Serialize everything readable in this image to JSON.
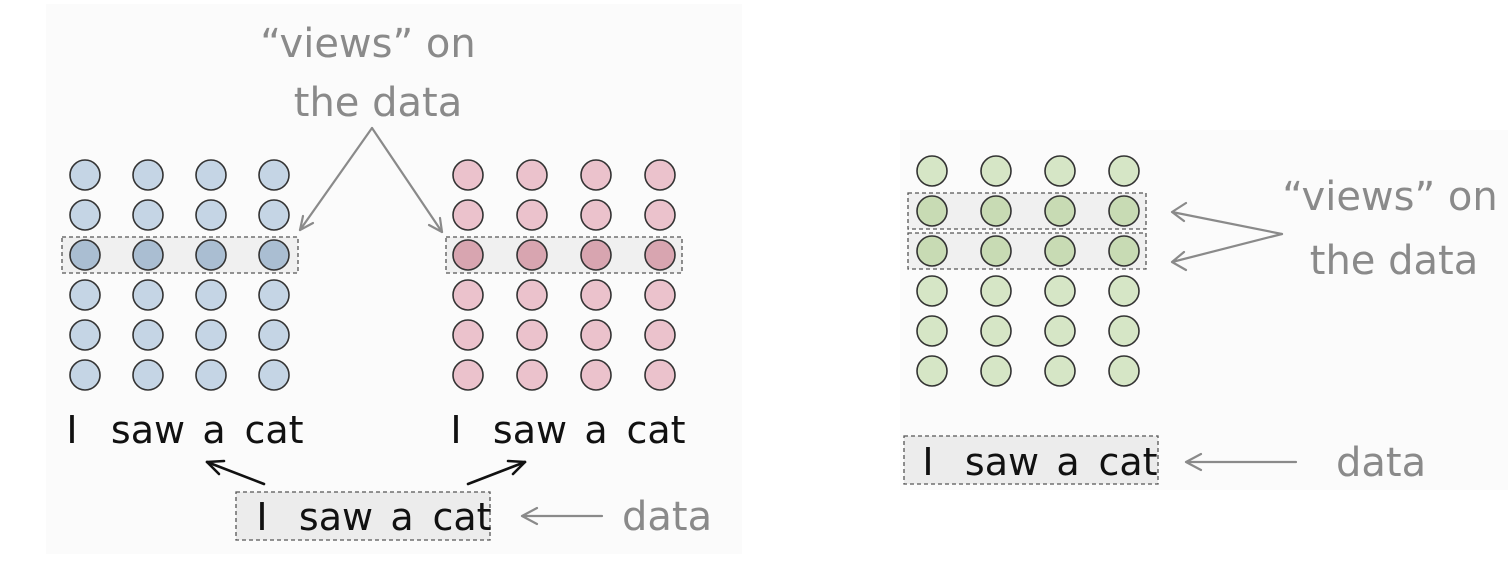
{
  "left_panel": {
    "top_annotation": {
      "line1": "“views” on",
      "line2": "the data"
    },
    "sentence_left": {
      "words": [
        "I",
        "saw",
        "a",
        "cat"
      ]
    },
    "sentence_right": {
      "words": [
        "I",
        "saw",
        "a",
        "cat"
      ]
    },
    "data_box": {
      "words": [
        "I",
        "saw",
        "a",
        "cat"
      ]
    },
    "data_label": "data",
    "grids": [
      {
        "name": "blue",
        "rows": 6,
        "cols": 4,
        "highlight_rows": [
          2
        ],
        "fill": "#c5d5e5",
        "highlight_fill": "#aabed2"
      },
      {
        "name": "pink",
        "rows": 6,
        "cols": 4,
        "highlight_rows": [
          2
        ],
        "fill": "#ebc2cc",
        "highlight_fill": "#d8a5b0"
      }
    ]
  },
  "right_panel": {
    "annotation": {
      "line1": "“views” on",
      "line2": "the data"
    },
    "data_box": {
      "words": [
        "I",
        "saw",
        "a",
        "cat"
      ]
    },
    "data_label": "data",
    "grid": {
      "name": "green",
      "rows": 6,
      "cols": 4,
      "highlight_rows": [
        1,
        2
      ],
      "fill": "#d6e6c6",
      "highlight_fill": "#c8dbb4"
    }
  }
}
